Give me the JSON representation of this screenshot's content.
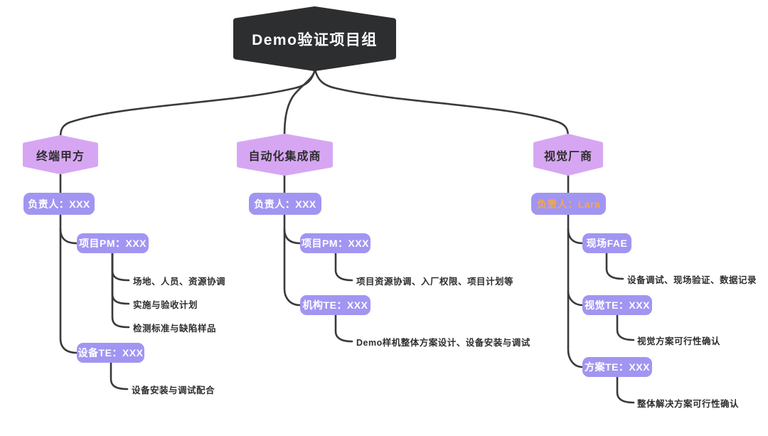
{
  "colors": {
    "background": "#ffffff",
    "root_fill": "#2d2e30",
    "hexagon_fill": "#d7a6f3",
    "box_fill": "#a195f2",
    "line": "#3a3a3a",
    "text_dark": "#2e2e2e",
    "box_text": "#ffffff",
    "leader_highlight": "#f3a74d"
  },
  "root": {
    "label": "Demo验证项目组"
  },
  "branches": [
    {
      "title": "终端甲方",
      "leader": "负责人：XXX",
      "children": [
        {
          "label": "项目PM：XXX",
          "leaves": [
            "场地、人员、资源协调",
            "实施与验收计划",
            "检测标准与缺陷样品"
          ]
        },
        {
          "label": "设备TE：XXX",
          "leaves": [
            "设备安装与调试配合"
          ]
        }
      ]
    },
    {
      "title": "自动化集成商",
      "leader": "负责人：XXX",
      "children": [
        {
          "label": "项目PM：XXX",
          "leaves": [
            "项目资源协调、入厂权限、项目计划等"
          ]
        },
        {
          "label": "机构TE：XXX",
          "leaves": [
            "Demo样机整体方案设计、设备安装与调试"
          ]
        }
      ]
    },
    {
      "title": "视觉厂商",
      "leader": "负责人：Lara",
      "children": [
        {
          "label": "现场FAE",
          "leaves": [
            "设备调试、现场验证、数据记录"
          ]
        },
        {
          "label": "视觉TE：XXX",
          "leaves": [
            "视觉方案可行性确认"
          ]
        },
        {
          "label": "方案TE：XXX",
          "leaves": [
            "整体解决方案可行性确认"
          ]
        }
      ]
    }
  ]
}
